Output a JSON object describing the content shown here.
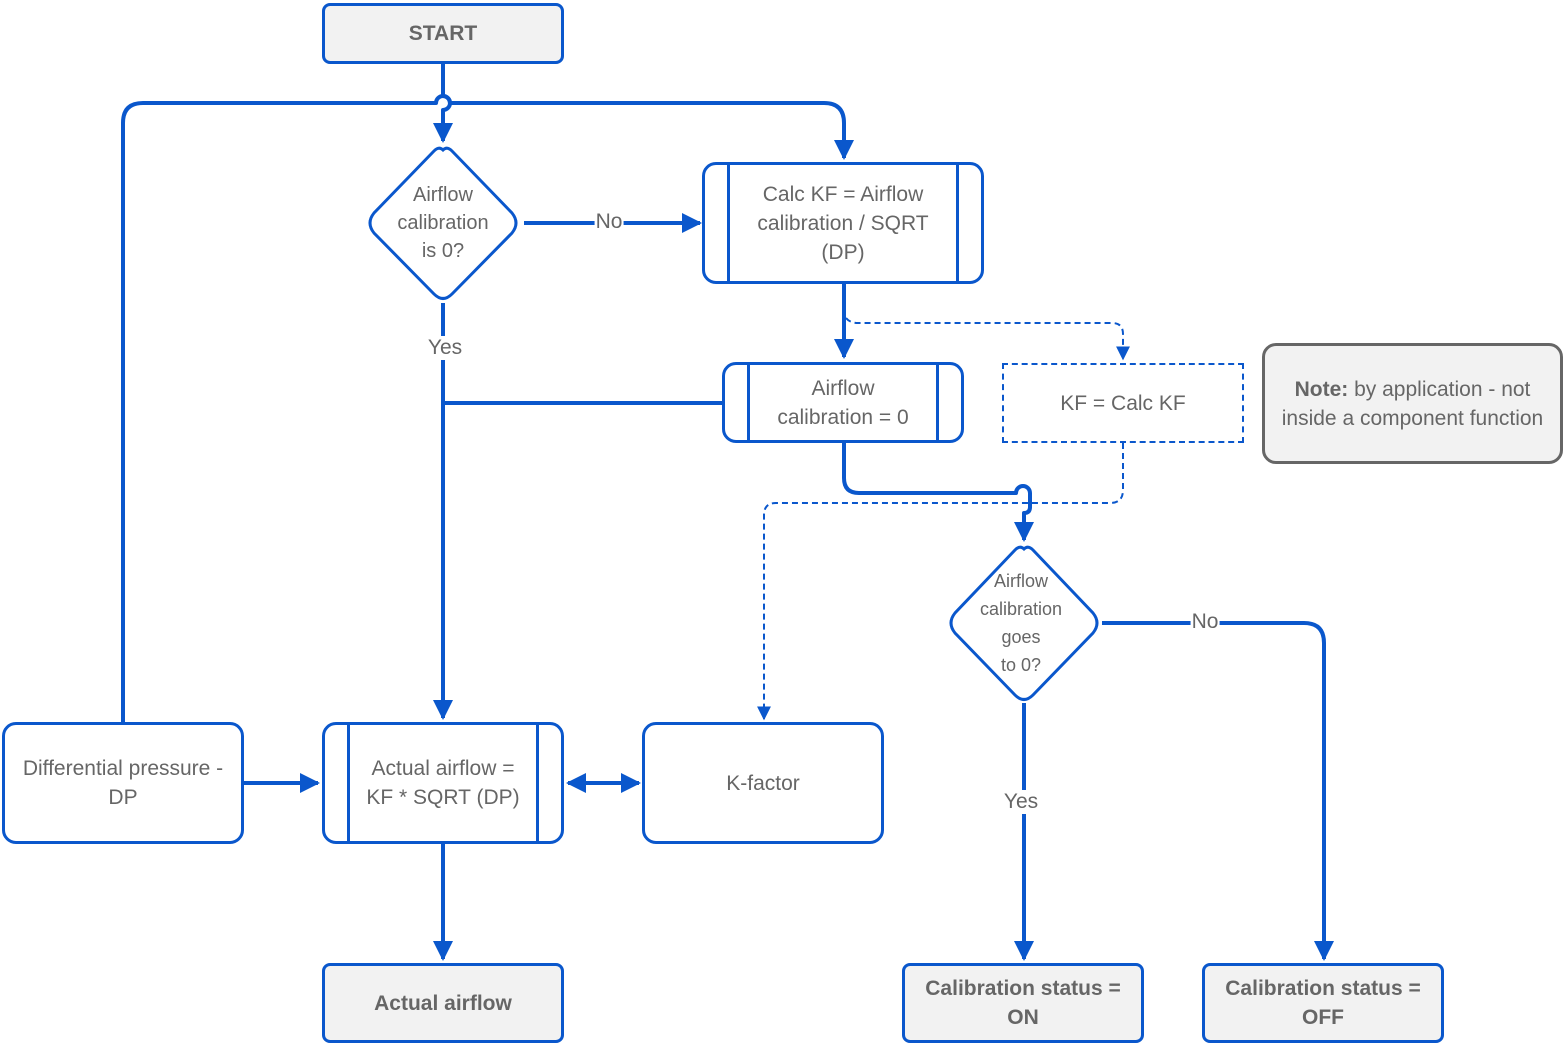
{
  "nodes": {
    "start": "START",
    "decision_zero": "Airflow\ncalibration\nis 0?",
    "calc_kf": "Calc KF = Airflow\ncalibration / SQRT\n(DP)",
    "airflow_cal_zero": "Airflow\ncalibration = 0",
    "kf_calc": "KF = Calc KF",
    "note_bold": "Note:",
    "note_text": " by application - not inside a component function",
    "decision_goes_zero": "Airflow\ncalibration\ngoes\nto 0?",
    "diff_pressure": "Differential pressure -\nDP",
    "actual_airflow_calc": "Actual airflow =\nKF * SQRT (DP)",
    "k_factor": "K-factor",
    "actual_airflow": "Actual airflow",
    "status_on": "Calibration status =\nON",
    "status_off": "Calibration status =\nOFF"
  },
  "edge_labels": {
    "no_1": "No",
    "yes_1": "Yes",
    "no_2": "No",
    "yes_2": "Yes"
  },
  "colors": {
    "line": "#0a57cc",
    "text": "#666666",
    "terminal_fill": "#f2f2f2",
    "note_border": "#666666"
  }
}
